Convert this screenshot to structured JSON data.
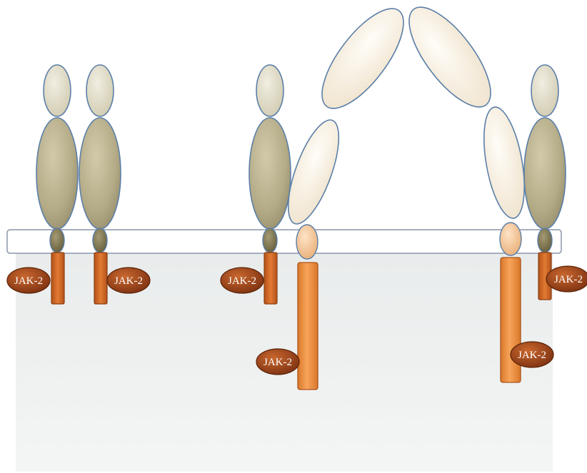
{
  "colors": {
    "background": "#ffffff",
    "cytoplasm": "#f0f1f1",
    "membrane_fill": "#ffffff",
    "membrane_stroke": "#8a96a8",
    "olive_domain": "#b3aa86",
    "olive_light": "#e0dbc6",
    "olive_small": "#7d7450",
    "cream_domain": "#fbf3e6",
    "orange_tail": "#e98a3a",
    "dark_tail": "#c9621f",
    "jak_fill": "#a6491c",
    "outline": "#5b7fa8"
  },
  "labels": {
    "jak": "JAK-2"
  },
  "jak_markers": [
    {
      "id": "jak-1",
      "label": "JAK-2"
    },
    {
      "id": "jak-2",
      "label": "JAK-2"
    },
    {
      "id": "jak-3",
      "label": "JAK-2"
    },
    {
      "id": "jak-4",
      "label": "JAK-2"
    },
    {
      "id": "jak-5",
      "label": "JAK-2"
    },
    {
      "id": "jak-6",
      "label": "JAK-2"
    }
  ]
}
